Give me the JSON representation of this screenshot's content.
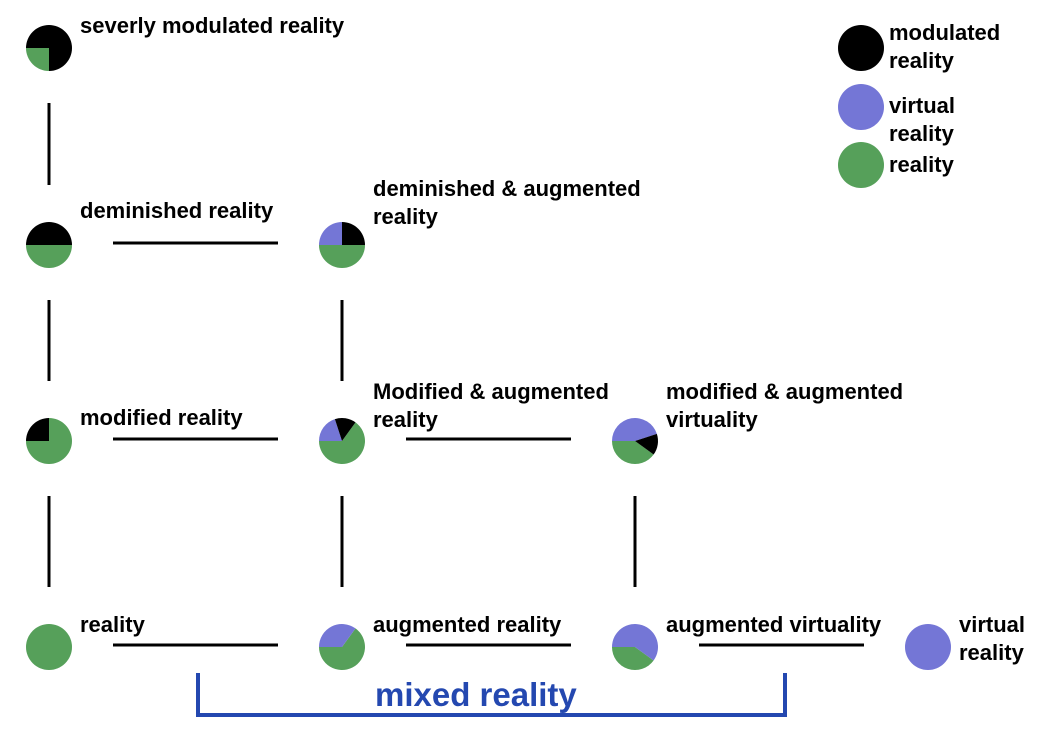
{
  "colors": {
    "modulated": "#000000",
    "virtual": "#7476d6",
    "reality": "#56a05a",
    "edge": "#000000",
    "mixed": "#2448b0"
  },
  "legend": [
    {
      "key": "modulated",
      "label_lines": [
        "modulated",
        "reality"
      ]
    },
    {
      "key": "virtual",
      "label_lines": [
        "virtual",
        "reality"
      ]
    },
    {
      "key": "reality",
      "label_lines": [
        "reality"
      ]
    }
  ],
  "nodes": [
    {
      "id": "severly-modulated-reality",
      "label_lines": [
        "severly modulated reality"
      ],
      "composition": {
        "modulated": 0.75,
        "virtual": 0,
        "reality": 0.25
      }
    },
    {
      "id": "deminished-reality",
      "label_lines": [
        "deminished reality"
      ],
      "composition": {
        "modulated": 0.5,
        "virtual": 0,
        "reality": 0.5
      }
    },
    {
      "id": "deminished-augmented-reality",
      "label_lines": [
        "deminished & augmented",
        "reality"
      ],
      "composition": {
        "modulated": 0.25,
        "virtual": 0.25,
        "reality": 0.5
      }
    },
    {
      "id": "modified-reality",
      "label_lines": [
        "modified reality"
      ],
      "composition": {
        "modulated": 0.25,
        "virtual": 0,
        "reality": 0.75
      }
    },
    {
      "id": "modified-augmented-reality",
      "label_lines": [
        "Modified & augmented",
        "reality"
      ],
      "composition": {
        "modulated": 0.15,
        "virtual": 0.2,
        "reality": 0.65
      }
    },
    {
      "id": "modified-augmented-virtuality",
      "label_lines": [
        "modified & augmented",
        "virtuality"
      ],
      "composition": {
        "modulated": 0.15,
        "virtual": 0.45,
        "reality": 0.4
      }
    },
    {
      "id": "reality",
      "label_lines": [
        "reality"
      ],
      "composition": {
        "modulated": 0,
        "virtual": 0,
        "reality": 1
      }
    },
    {
      "id": "augmented-reality",
      "label_lines": [
        "augmented reality"
      ],
      "composition": {
        "modulated": 0,
        "virtual": 0.35,
        "reality": 0.65
      }
    },
    {
      "id": "augmented-virtuality",
      "label_lines": [
        "augmented virtuality"
      ],
      "composition": {
        "modulated": 0,
        "virtual": 0.6,
        "reality": 0.4
      }
    },
    {
      "id": "virtual-reality",
      "label_lines": [
        "virtual",
        "reality"
      ],
      "composition": {
        "modulated": 0,
        "virtual": 1,
        "reality": 0
      }
    }
  ],
  "edges": [
    {
      "from": "severly-modulated-reality",
      "to": "deminished-reality"
    },
    {
      "from": "deminished-reality",
      "to": "modified-reality"
    },
    {
      "from": "modified-reality",
      "to": "reality"
    },
    {
      "from": "deminished-reality",
      "to": "deminished-augmented-reality"
    },
    {
      "from": "deminished-augmented-reality",
      "to": "modified-augmented-reality"
    },
    {
      "from": "modified-augmented-reality",
      "to": "augmented-reality"
    },
    {
      "from": "modified-reality",
      "to": "modified-augmented-reality"
    },
    {
      "from": "modified-augmented-reality",
      "to": "modified-augmented-virtuality"
    },
    {
      "from": "modified-augmented-virtuality",
      "to": "augmented-virtuality"
    },
    {
      "from": "reality",
      "to": "augmented-reality"
    },
    {
      "from": "augmented-reality",
      "to": "augmented-virtuality"
    },
    {
      "from": "augmented-virtuality",
      "to": "virtual-reality"
    }
  ],
  "mixed_reality": {
    "label": "mixed reality",
    "from": "reality",
    "to": "virtual-reality"
  }
}
